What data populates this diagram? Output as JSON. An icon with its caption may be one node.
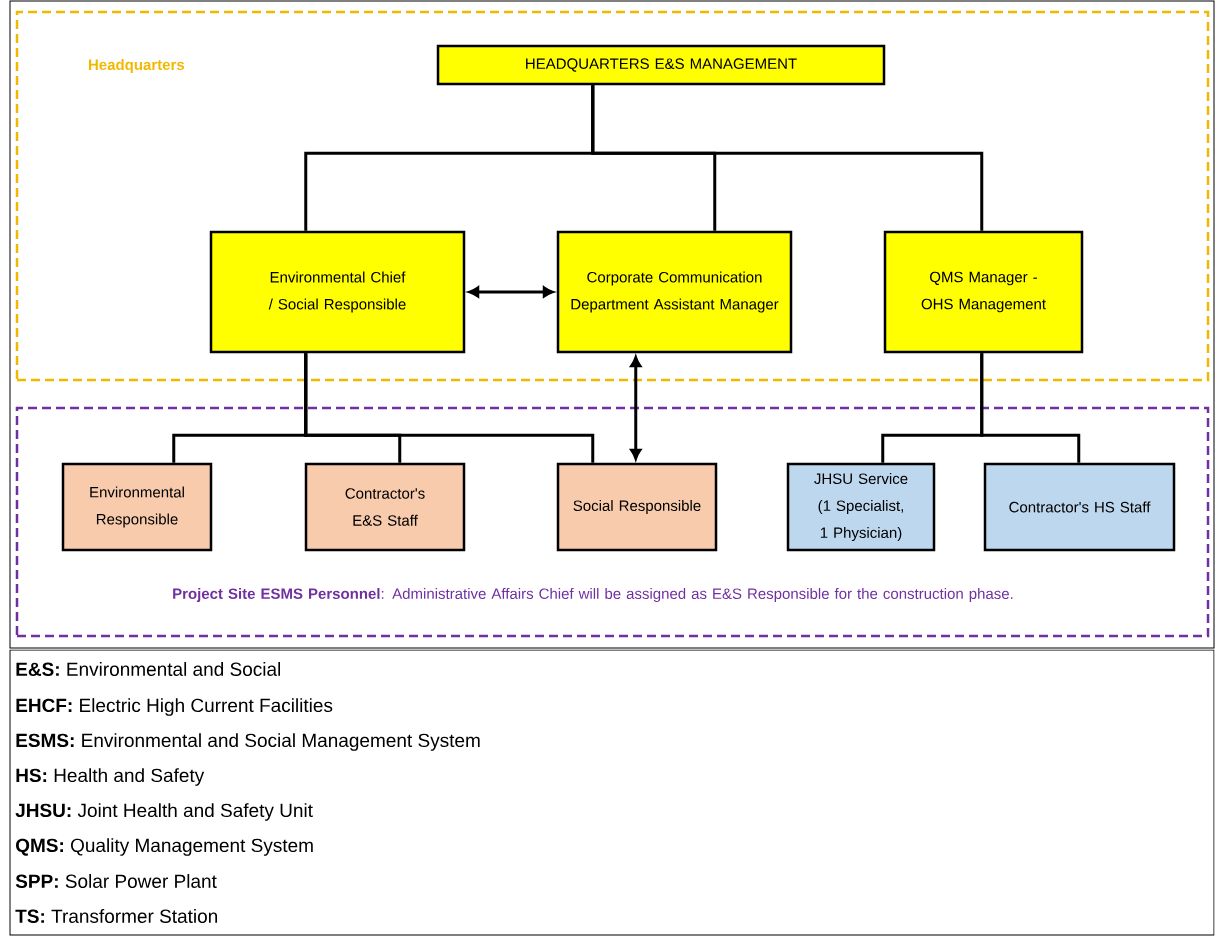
{
  "diagram": {
    "nodes": [
      {
        "text": [
          "Headquarters"
        ]
      },
      {
        "text": [
          "HEADQUARTERS E&S MANAGEMENT"
        ],
        "in": 0
      },
      {
        "text": [
          "Environmental Chief / Social Responsible"
        ],
        "in": 0
      },
      {
        "text": [
          "Corporate Communication Department Assistant Manager"
        ],
        "in": 0
      },
      {
        "text": [
          "QMS Manager - OHS Management"
        ],
        "in": 0
      },
      {
        "text": [
          "**Project Site ESMS Personnel**: Administrative Affairs Chief will be assigned as E&S Responsible for the construction phase."
        ]
      },
      {
        "text": [
          "Environmental Responsible"
        ],
        "in": 5
      },
      {
        "text": [
          "Contractor's E&S Staff"
        ],
        "in": 5
      },
      {
        "text": [
          "Social Responsible"
        ],
        "in": 5
      },
      {
        "text": [
          "JHSU Service (1 Specialist, 1 Physician)"
        ],
        "in": 5
      },
      {
        "text": [
          "Contractor's HS Staff"
        ],
        "in": 5
      }
    ],
    "edges": [
      {
        "from": 1,
        "to": 2,
        "arrow": "none"
      },
      {
        "from": 1,
        "to": 3,
        "arrow": "none"
      },
      {
        "from": 1,
        "to": 4,
        "arrow": "none"
      },
      {
        "from": 2,
        "to": 3,
        "arrow": "both"
      },
      {
        "from": 3,
        "to": 8,
        "arrow": "both"
      },
      {
        "from": 2,
        "to": 6,
        "arrow": "none"
      },
      {
        "from": 2,
        "to": 7,
        "arrow": "none"
      },
      {
        "from": 2,
        "to": 8,
        "arrow": "none"
      },
      {
        "from": 4,
        "to": 9,
        "arrow": "none"
      },
      {
        "from": 4,
        "to": 10,
        "arrow": "none"
      }
    ],
    "labels": [
      "**E&S:** Environmental and Social",
      "**EHCF:** Electric High Current Facilities",
      "**ESMS:** Environmental and Social Management System",
      "**HS:** Health and Safety",
      "**JHSU:** Joint Health and Safety Unit",
      "**QMS:** Quality Management System",
      "**SPP:** Solar Power Plant",
      "**TS:** Transformer Station"
    ]
  }
}
